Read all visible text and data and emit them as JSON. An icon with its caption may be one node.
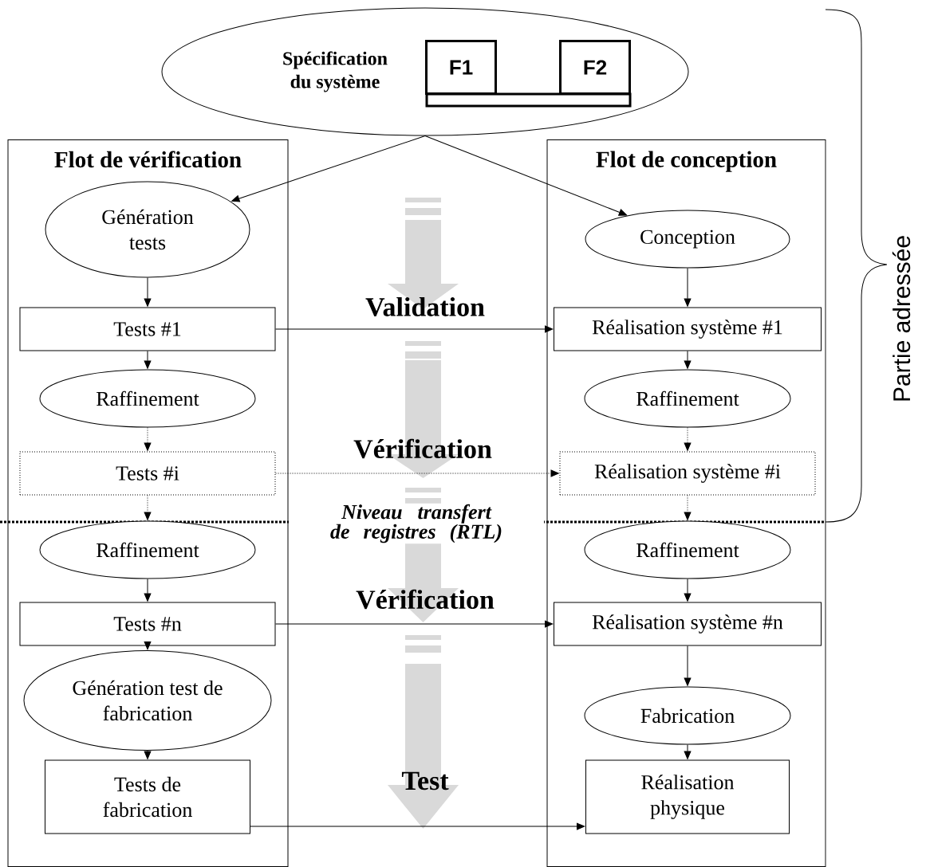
{
  "diagram": {
    "nodes": [
      {
        "text": [
          "Spécification du système"
        ]
      },
      {
        "text": [
          "F1"
        ],
        "in": 0
      },
      {
        "text": [
          "F2"
        ],
        "in": 0
      },
      {
        "text": [
          "Flot de vérification"
        ]
      },
      {
        "text": [
          "Génération tests"
        ],
        "in": 3
      },
      {
        "text": [
          "Tests #1"
        ],
        "in": 3
      },
      {
        "text": [
          "Raffinement"
        ],
        "in": 3
      },
      {
        "text": [
          "Tests #i"
        ],
        "in": 3
      },
      {
        "text": [
          "Raffinement"
        ],
        "in": 3
      },
      {
        "text": [
          "Tests #n"
        ],
        "in": 3
      },
      {
        "text": [
          "Génération test de fabrication"
        ],
        "in": 3
      },
      {
        "text": [
          "Tests de fabrication"
        ],
        "in": 3
      },
      {
        "text": [
          "Flot de conception"
        ]
      },
      {
        "text": [
          "Conception"
        ],
        "in": 12
      },
      {
        "text": [
          "Réalisation système #1"
        ],
        "in": 12
      },
      {
        "text": [
          "Raffinement"
        ],
        "in": 12
      },
      {
        "text": [
          "Réalisation système #i"
        ],
        "in": 12
      },
      {
        "text": [
          "Raffinement"
        ],
        "in": 12
      },
      {
        "text": [
          "Réalisation système #n"
        ],
        "in": 12
      },
      {
        "text": [
          "Fabrication"
        ],
        "in": 12
      },
      {
        "text": [
          "Réalisation physique"
        ],
        "in": 12
      }
    ],
    "edges": [
      {
        "from": 0,
        "to": 4,
        "arrow": "to"
      },
      {
        "from": 0,
        "to": 13,
        "arrow": "to"
      },
      {
        "from": 4,
        "to": 5,
        "arrow": "to"
      },
      {
        "from": 5,
        "to": 6,
        "arrow": "to"
      },
      {
        "from": 6,
        "to": 7,
        "arrow": "to",
        "style": "dashed"
      },
      {
        "from": 7,
        "to": 8,
        "arrow": "to",
        "style": "dashed"
      },
      {
        "from": 8,
        "to": 9,
        "arrow": "to"
      },
      {
        "from": 9,
        "to": 10,
        "arrow": "to"
      },
      {
        "from": 10,
        "to": 11,
        "arrow": "to"
      },
      {
        "from": 13,
        "to": 14,
        "arrow": "to"
      },
      {
        "from": 14,
        "to": 15,
        "arrow": "to"
      },
      {
        "from": 15,
        "to": 16,
        "arrow": "to",
        "style": "dashed"
      },
      {
        "from": 16,
        "to": 17,
        "arrow": "to",
        "style": "dashed"
      },
      {
        "from": 17,
        "to": 18,
        "arrow": "to"
      },
      {
        "from": 18,
        "to": 19,
        "arrow": "to"
      },
      {
        "from": 19,
        "to": 20,
        "arrow": "to"
      },
      {
        "from": 5,
        "to": 14,
        "arrow": "to"
      },
      {
        "from": 7,
        "to": 16,
        "arrow": "to",
        "style": "dashed"
      },
      {
        "from": 9,
        "to": 18,
        "arrow": "to"
      },
      {
        "from": 11,
        "to": 20,
        "arrow": "to"
      }
    ],
    "labels": [
      "Validation",
      "Vérification",
      "Niveau transfert de registres (RTL)",
      "Vérification",
      "Test",
      "Partie adressée"
    ]
  }
}
